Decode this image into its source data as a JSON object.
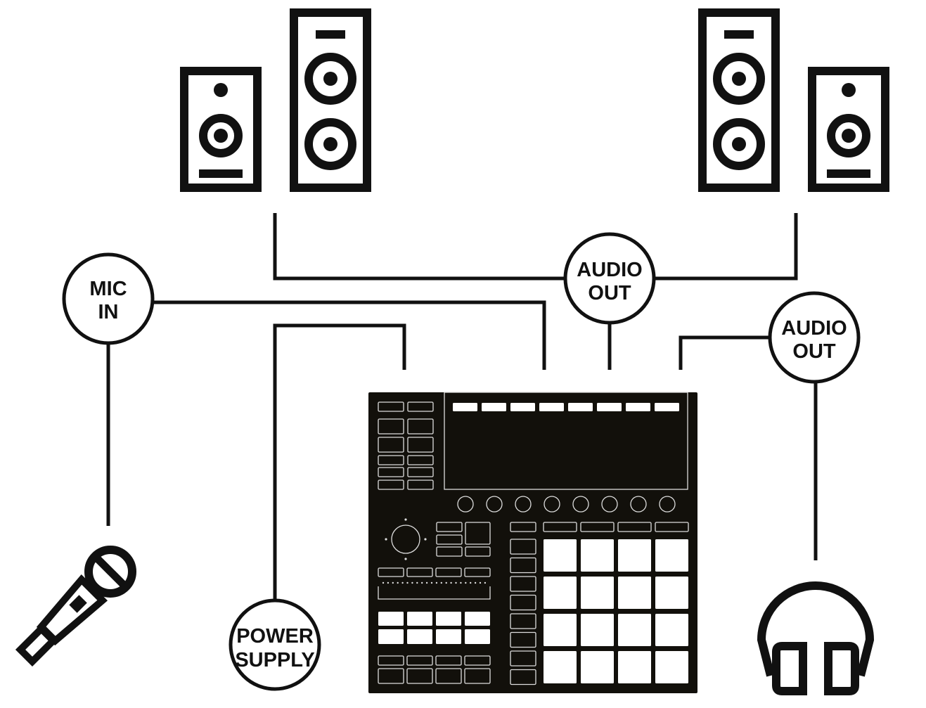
{
  "labels": {
    "mic_in": [
      "MIC",
      "IN"
    ],
    "audio_out_main": [
      "AUDIO",
      "OUT"
    ],
    "audio_out_headphones": [
      "AUDIO",
      "OUT"
    ],
    "power_supply": [
      "POWER",
      "SUPPLY"
    ]
  },
  "colors": {
    "ink": "#111111",
    "device": "#12100b",
    "background": "#ffffff"
  },
  "icons": [
    "speaker-icon",
    "tower-speaker-icon",
    "microphone-icon",
    "headphones-icon",
    "groovebox-controller-icon"
  ]
}
